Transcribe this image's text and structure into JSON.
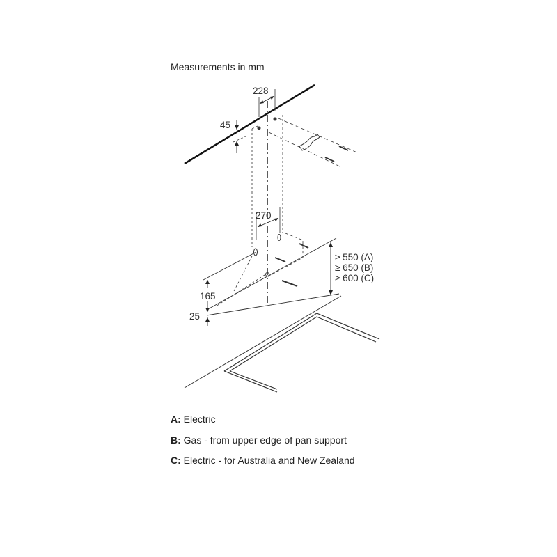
{
  "title": "Measurements in mm",
  "dimensions": {
    "bracket_spacing": "228",
    "ceiling_offset": "45",
    "hood_mount_spacing": "270",
    "hood_height": "165",
    "hood_bottom": "25",
    "clearance_a": "≥ 550 (A)",
    "clearance_b": "≥ 650 (B)",
    "clearance_c": "≥ 600 (C)"
  },
  "legend": [
    {
      "key": "A:",
      "text": "Electric"
    },
    {
      "key": "B:",
      "text": "Gas - from upper edge of pan support"
    },
    {
      "key": "C:",
      "text": "Electric - for Australia and New Zealand"
    }
  ]
}
